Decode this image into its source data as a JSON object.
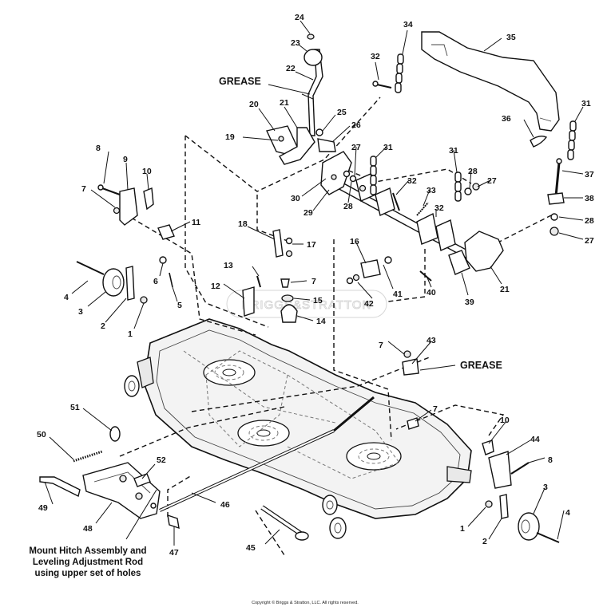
{
  "diagram": {
    "callout_grease": "GREASE",
    "watermark": "BRIGGS&STRATTON",
    "note_lines": [
      "Mount Hitch Assembly and",
      "Leveling Adjustment Rod",
      "using upper set of holes"
    ],
    "copyright": "Copyright © Briggs & Stratton, LLC. All rights reserved.",
    "part_numbers": [
      "1",
      "2",
      "3",
      "4",
      "5",
      "6",
      "7",
      "8",
      "9",
      "10",
      "11",
      "12",
      "13",
      "14",
      "15",
      "16",
      "17",
      "18",
      "19",
      "20",
      "21",
      "22",
      "23",
      "24",
      "25",
      "26",
      "27",
      "28",
      "29",
      "30",
      "31",
      "32",
      "33",
      "34",
      "35",
      "36",
      "37",
      "38",
      "39",
      "40",
      "41",
      "42",
      "43",
      "44",
      "45",
      "46",
      "47",
      "48",
      "49",
      "50",
      "51",
      "52"
    ]
  }
}
